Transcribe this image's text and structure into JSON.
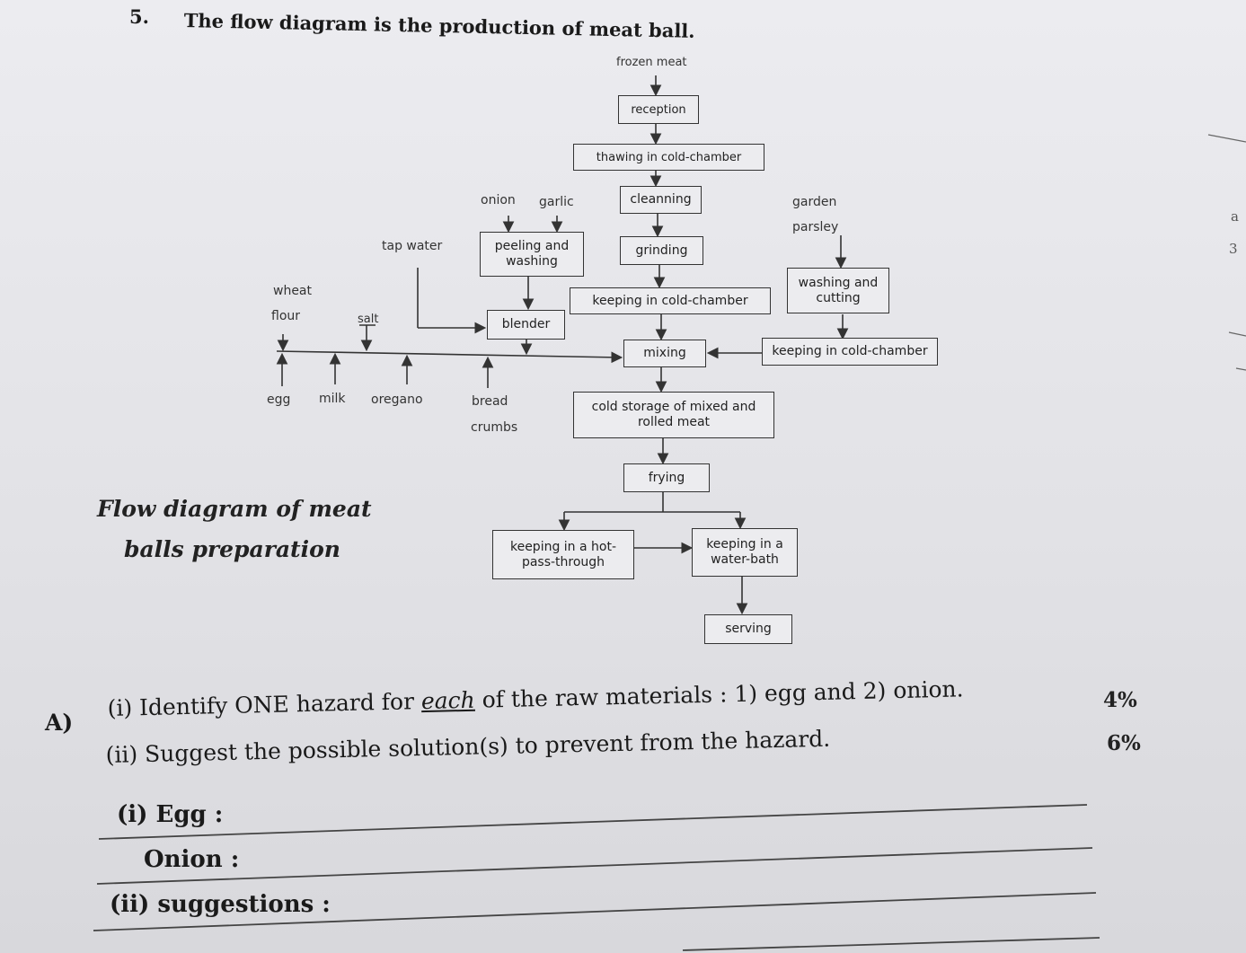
{
  "question": {
    "number": "5.",
    "title": "The flow diagram is the production of meat ball."
  },
  "diagram": {
    "input_frozen_meat": "frozen meat",
    "step_reception": "reception",
    "step_thawing": "thawing in cold-chamber",
    "step_cleanning": "cleanning",
    "step_grinding": "grinding",
    "step_keeping_cold_1": "keeping in cold-chamber",
    "input_onion": "onion",
    "input_garlic": "garlic",
    "step_peeling_l1": "peeling and",
    "step_peeling_l2": "washing",
    "input_tap_water": "tap water",
    "step_blender": "blender",
    "input_wheat": "wheat",
    "input_flour": "flour",
    "input_salt": "salt",
    "input_egg": "egg",
    "input_milk": "milk",
    "input_oregano": "oregano",
    "input_bread": "bread",
    "input_crumbs": "crumbs",
    "input_garden": "garden",
    "input_parsley": "parsley",
    "step_washing_cut_l1": "washing and",
    "step_washing_cut_l2": "cutting",
    "step_keeping_cold_2": "keeping in cold-chamber",
    "step_mixing": "mixing",
    "step_cold_storage_l1": "cold storage of mixed and",
    "step_cold_storage_l2": "rolled meat",
    "step_frying": "frying",
    "step_hot_pass_l1": "keeping in a hot-",
    "step_hot_pass_l2": "pass-through",
    "step_water_bath_l1": "keeping in a",
    "step_water_bath_l2": "water-bath",
    "step_serving": "serving"
  },
  "caption": {
    "line1": "Flow diagram of meat",
    "line2": "balls preparation"
  },
  "part_a": {
    "label": "A)",
    "q1_before": "(i) Identify ONE hazard for ",
    "q1_emph": "each",
    "q1_after": " of the raw materials : 1) egg and 2) onion.",
    "q1_marks": "4%",
    "q2": "(ii) Suggest the possible solution(s) to prevent from the hazard.",
    "q2_marks": "6%"
  },
  "answers": {
    "egg": "(i) Egg :",
    "onion": "Onion :",
    "suggestions": "(ii) suggestions :"
  },
  "edge_text": {
    "a": "a",
    "b": "3"
  }
}
